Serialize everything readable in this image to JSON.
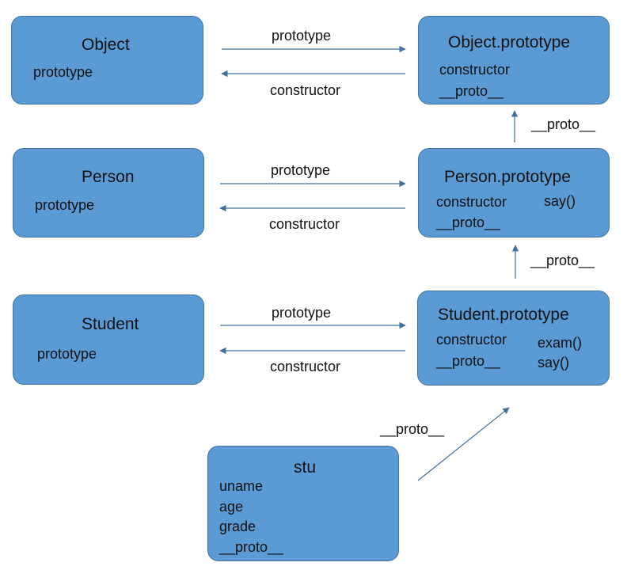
{
  "colors": {
    "box_fill": "#5b9bd5",
    "box_border": "#41719c",
    "arrow": "#41719c",
    "text": "#111111"
  },
  "nodes": {
    "object": {
      "title": "Object",
      "props": [
        "prototype"
      ]
    },
    "object_prototype": {
      "title": "Object.prototype",
      "props": [
        "constructor",
        "__proto__"
      ]
    },
    "person": {
      "title": "Person",
      "props": [
        "prototype"
      ]
    },
    "person_prototype": {
      "title": "Person.prototype",
      "props": [
        "constructor",
        "__proto__",
        "say()"
      ]
    },
    "student": {
      "title": "Student",
      "props": [
        "prototype"
      ]
    },
    "student_prototype": {
      "title": "Student.prototype",
      "props": [
        "constructor",
        "__proto__",
        "exam()",
        "say()"
      ]
    },
    "stu": {
      "title": "stu",
      "props": [
        "uname",
        "age",
        "grade",
        "__proto__"
      ]
    }
  },
  "edges": {
    "object_prototype_label": "prototype",
    "object_constructor_label": "constructor",
    "person_prototype_label": "prototype",
    "person_constructor_label": "constructor",
    "student_prototype_label": "prototype",
    "student_constructor_label": "constructor",
    "person_proto_up_label": "__proto__",
    "student_proto_up_label": "__proto__",
    "stu_proto_label": "__proto__"
  }
}
